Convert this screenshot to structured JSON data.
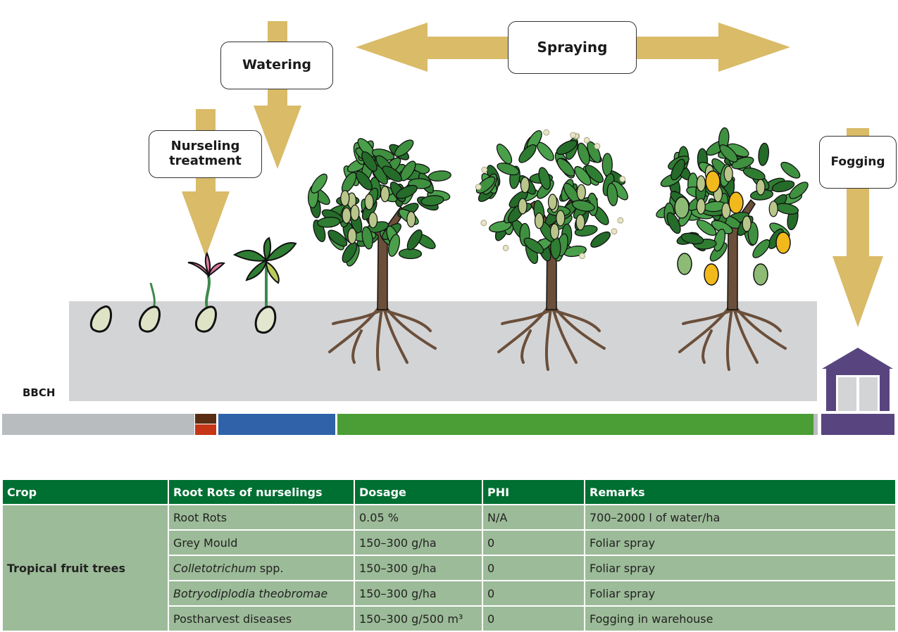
{
  "diagram": {
    "labels": {
      "watering": "Watering",
      "spraying": "Spraying",
      "nurseling_line1": "Nurseling",
      "nurseling_line2": "treatment",
      "fogging": "Fogging",
      "bbch": "BBCH"
    },
    "colors": {
      "arrow": "#d9bb68",
      "soil": "#d3d4d6",
      "warehouse": "#584580",
      "bbch_gray": "#b9bcbf",
      "bbch_brown": "#5a2d12",
      "bbch_red": "#c53516",
      "bbch_blue": "#2f62a8",
      "bbch_green": "#4b9d35",
      "header_green": "#006f32",
      "row_green": "#9cbb98"
    },
    "growth_stages": [
      "seed",
      "germinating seed",
      "sprout",
      "seedling",
      "young tree",
      "flowering tree",
      "fruiting tree"
    ]
  },
  "table": {
    "headers": [
      "Crop",
      "Root Rots of nurselings",
      "Dosage",
      "PHI",
      "Remarks"
    ],
    "crop": "Tropical fruit trees",
    "rows": [
      {
        "disease": "Root Rots",
        "disease_italic": "",
        "dosage": "0.05 %",
        "phi": "N/A",
        "remarks": "700–2000 l of water/ha"
      },
      {
        "disease": "Grey Mould",
        "disease_italic": "",
        "dosage": "150–300 g/ha",
        "phi": "0",
        "remarks": "Foliar spray"
      },
      {
        "disease": " spp.",
        "disease_italic": "Colletotrichum",
        "dosage": "150–300 g/ha",
        "phi": "0",
        "remarks": "Foliar spray"
      },
      {
        "disease": "",
        "disease_italic": "Botryodiplodia theobromae",
        "dosage": "150–300 g/ha",
        "phi": "0",
        "remarks": "Foliar spray"
      },
      {
        "disease": "Postharvest diseases",
        "disease_italic": "",
        "dosage": "150–300 g/500 m³",
        "phi": "0",
        "remarks": "Fogging in warehouse"
      }
    ]
  }
}
